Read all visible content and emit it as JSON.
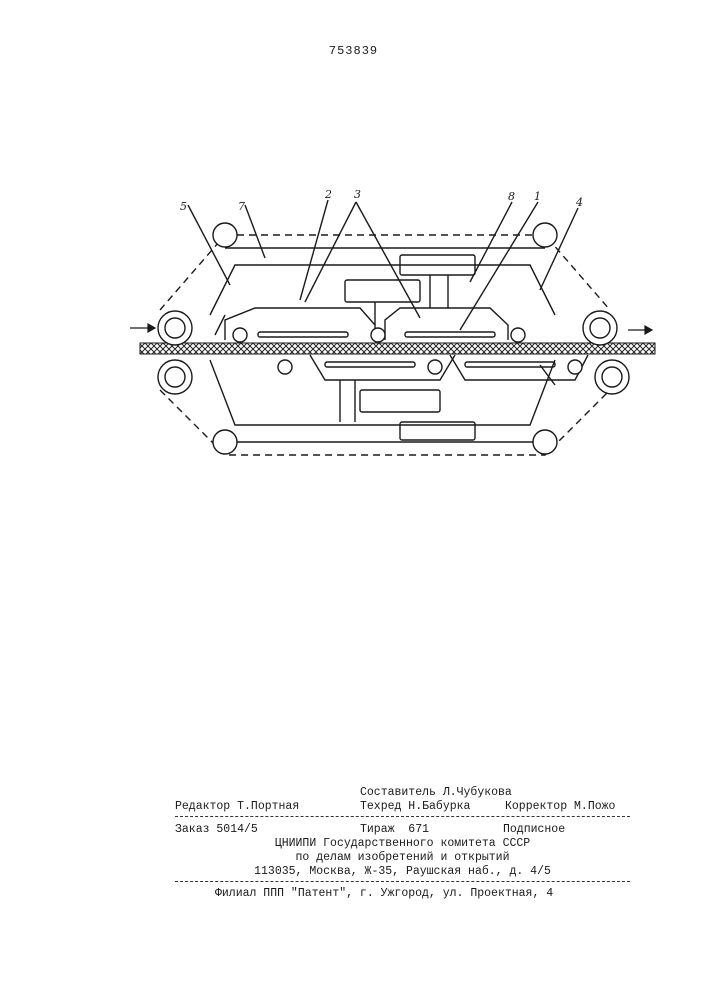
{
  "header": {
    "patent_number": "753839"
  },
  "drawing": {
    "labels": [
      "5",
      "7",
      "2",
      "3",
      "8",
      "1",
      "4"
    ]
  },
  "footer": {
    "compiler": "Составитель Л.Чубукова",
    "editor": "Редактор Т.Портная",
    "techred": "Техред Н.Бабурка",
    "corrector": "Корректор М.Пожо",
    "order": "Заказ 5014/5",
    "circulation": "Тираж  671",
    "subscription": "Подписное",
    "org_line1": "ЦНИИПИ Государственного комитета СССР",
    "org_line2": "по делам изобретений и открытий",
    "address": "113035, Москва, Ж-35, Раушская наб., д. 4/5",
    "branch": "Филиал ППП \"Патент\", г. Ужгород, ул. Проектная, 4"
  }
}
